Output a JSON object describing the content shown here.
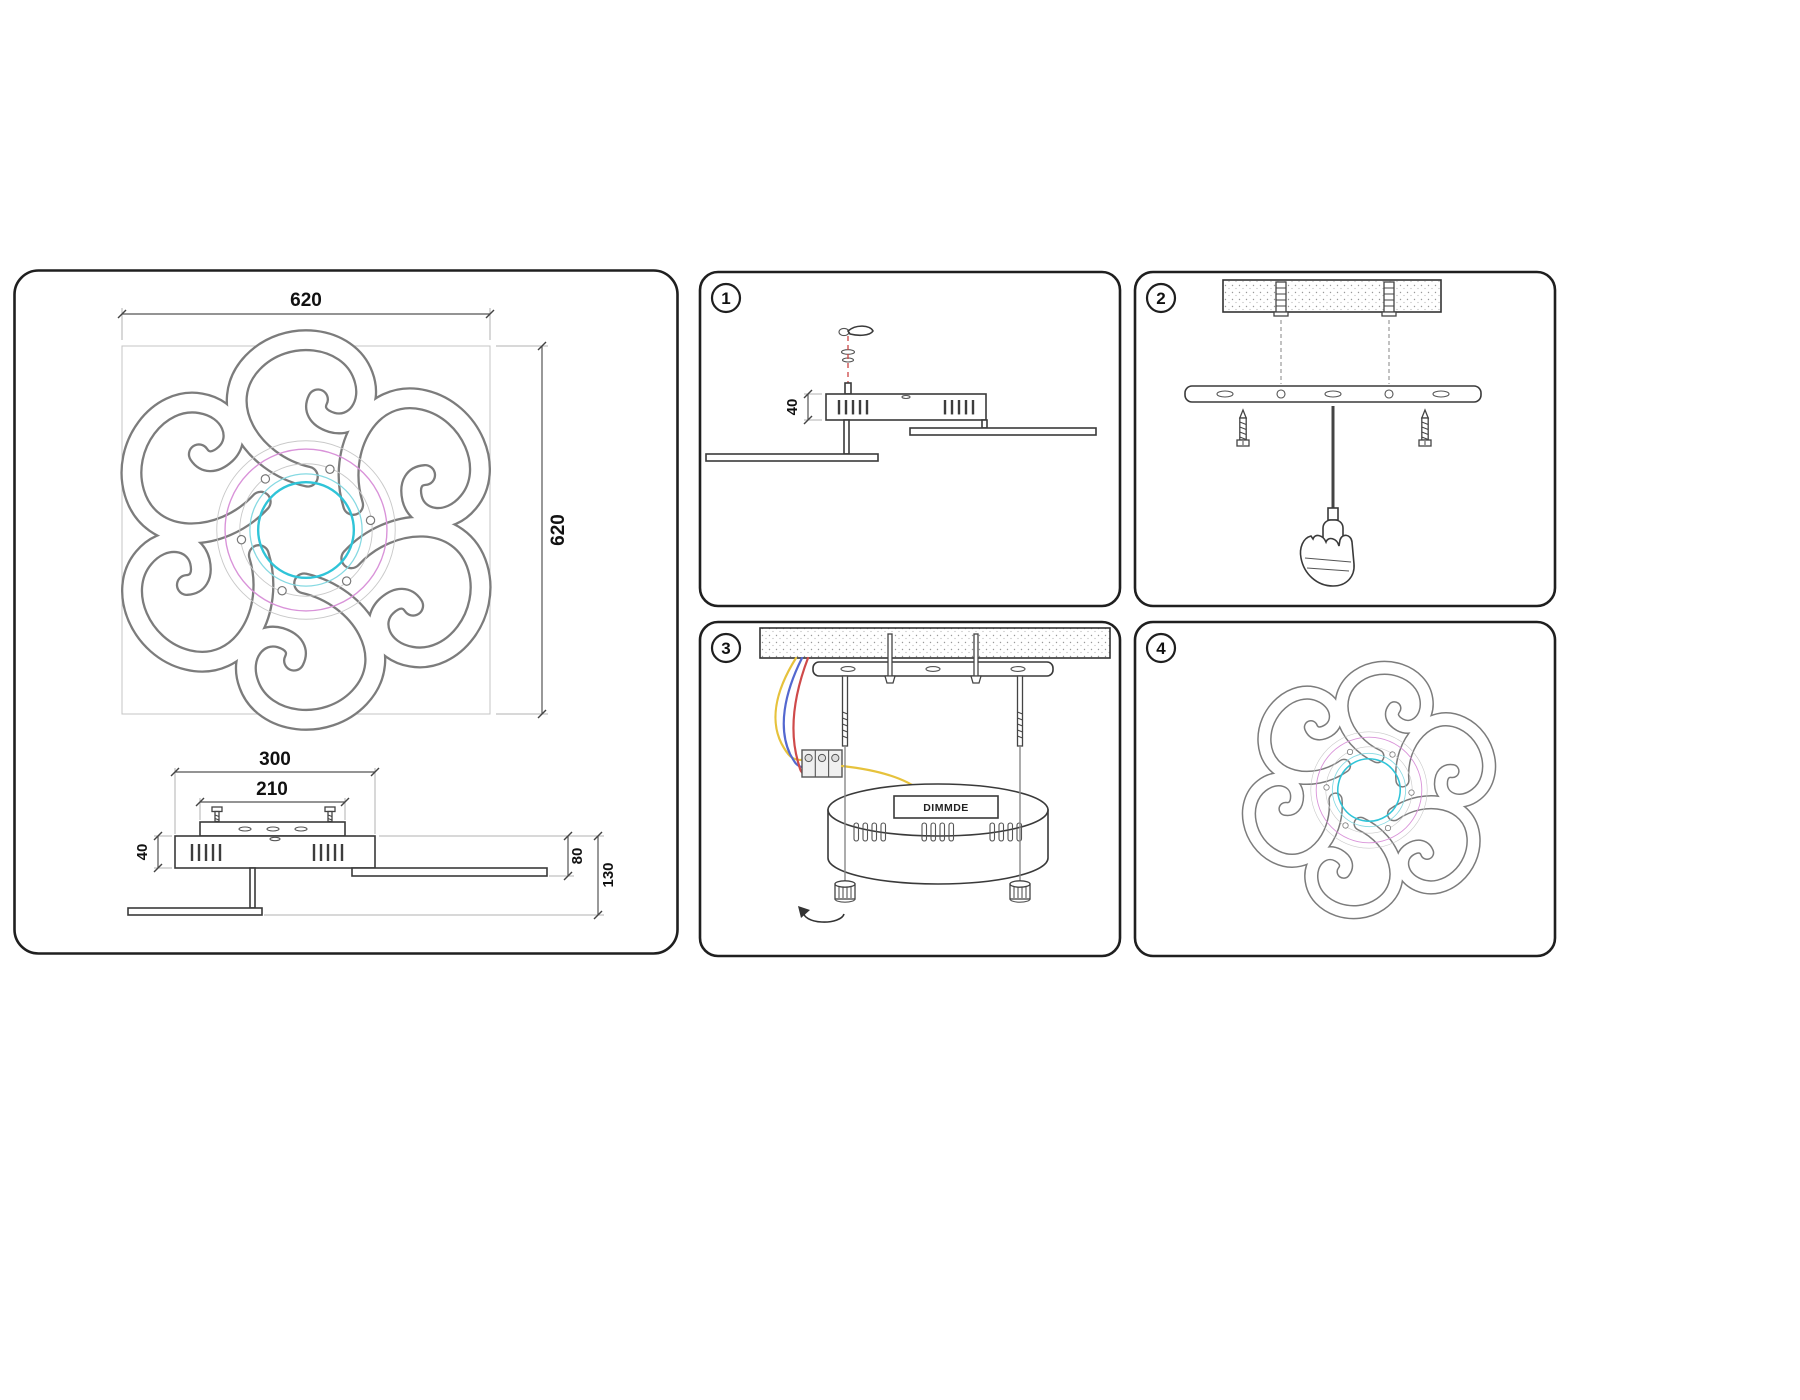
{
  "document": {
    "type": "ceiling-light-installation-instructions",
    "background": "#ffffff"
  },
  "colors": {
    "outline": "#3a3a3a",
    "swirl_gray": "#7c7c7c",
    "ring_cyan_bright": "#2fc4d8",
    "ring_cyan_light": "#86d9e2",
    "ring_magenta": "#d993d9",
    "ring_gray": "#c9c9c9",
    "wire_yellow": "#e6c23c",
    "wire_blue": "#5468cf",
    "wire_red": "#cf4a4a",
    "guide_red_dashed": "#cc4444"
  },
  "left_panel": {
    "top_view": {
      "width_label": "620",
      "height_label": "620"
    },
    "side_view": {
      "body_width_label": "300",
      "bracket_width_label": "210",
      "body_height_label": "40",
      "arm_offset_label": "80",
      "total_height_label": "130"
    }
  },
  "steps": {
    "step1": {
      "number": "1",
      "body_height_label": "40"
    },
    "step2": {
      "number": "2"
    },
    "step3": {
      "number": "3",
      "driver_label": "DIMMDE"
    },
    "step4": {
      "number": "4"
    }
  }
}
